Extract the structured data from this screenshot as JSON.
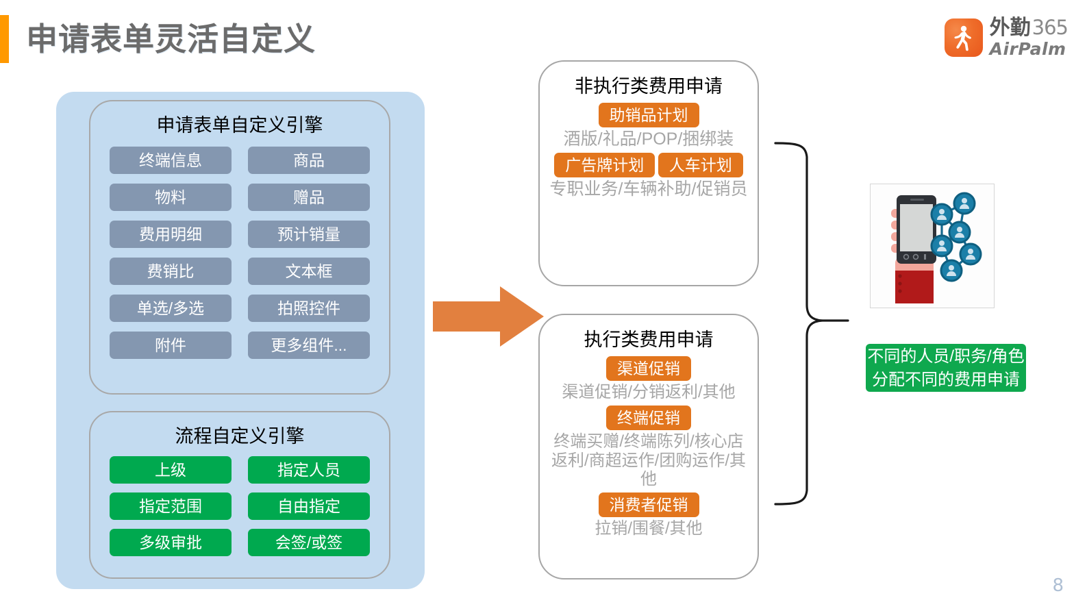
{
  "slide": {
    "title": "申请表单灵活自定义",
    "page_number": "8",
    "accent_color": "#ff9900",
    "title_color": "#6b6b6b"
  },
  "logo": {
    "mark": "airpalm-running-figure-icon",
    "cn_name": "外勤",
    "cn_number": "365",
    "en_name": "AirPalm",
    "brand_color": "#ef6d2a"
  },
  "left_panel": {
    "background_color": "#c3dbf0",
    "form_engine": {
      "title": "申请表单自定义引擎",
      "chip_color": "#8497b0",
      "chips": [
        "终端信息",
        "商品",
        "物料",
        "赠品",
        "费用明细",
        "预计销量",
        "费销比",
        "文本框",
        "单选/多选",
        "拍照控件",
        "附件",
        "更多组件..."
      ]
    },
    "flow_engine": {
      "title": "流程自定义引擎",
      "chip_color": "#00a94f",
      "chips": [
        "上级",
        "指定人员",
        "指定范围",
        "自由指定",
        "多级审批",
        "会签/或签"
      ]
    }
  },
  "arrow": {
    "name": "right-arrow-icon",
    "color": "#e2803f"
  },
  "cards": [
    {
      "title": "非执行类费用申请",
      "badge_color": "#e2751d",
      "items": [
        {
          "badge": "助销品计划",
          "desc": "酒版/礼品/POP/捆绑装"
        },
        {
          "badge": "广告牌计划",
          "desc": ""
        },
        {
          "badge": "人车计划",
          "desc": "专职业务/车辆补助/促销员"
        }
      ]
    },
    {
      "title": "执行类费用申请",
      "badge_color": "#e2751d",
      "items": [
        {
          "badge": "渠道促销",
          "desc": "渠道促销/分销返利/其他"
        },
        {
          "badge": "终端促销",
          "desc": "终端买赠/终端陈列/核心店返利/商超运作/团购运作/其他"
        },
        {
          "badge": "消费者促销",
          "desc": "拉销/围餐/其他"
        }
      ]
    }
  ],
  "brace": {
    "name": "right-curly-brace"
  },
  "illustration": {
    "name": "hand-holding-phone-with-network-of-people",
    "alt": "手持手机与人员网络图"
  },
  "role_note": {
    "line1": "不同的人员/职务/角色",
    "line2": "分配不同的费用申请",
    "background_color": "#0fa84e"
  }
}
